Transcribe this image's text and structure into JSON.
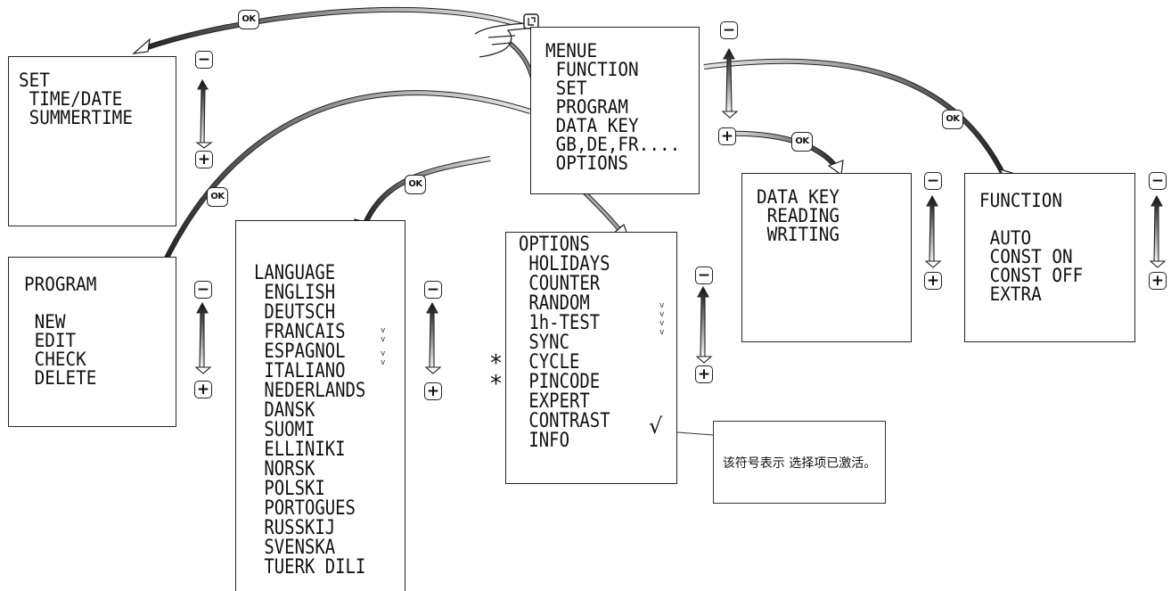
{
  "menu": {
    "lines": [
      "MENUE",
      " FUNCTION",
      " SET",
      " PROGRAM",
      " DATA KEY",
      " GB,DE,FR....",
      " OPTIONS"
    ]
  },
  "set_menu": {
    "lines": [
      "SET",
      " TIME/DATE",
      " SUMMERTIME"
    ]
  },
  "program_menu": {
    "lines": [
      "PROGRAM",
      "",
      " NEW",
      " EDIT",
      " CHECK",
      " DELETE"
    ]
  },
  "language_menu": {
    "lines": [
      "LANGUAGE",
      " ENGLISH",
      " DEUTSCH",
      " FRANCAIS",
      " ESPAGNOL",
      " ITALIANO",
      " NEDERLANDS",
      " DANSK",
      " SUOMI",
      " ELLINIKI",
      " NORSK",
      " POLSKI",
      " PORTOGUES",
      " RUSSKIJ",
      " SVENSKA",
      " TUERK DILI"
    ]
  },
  "options_menu": {
    "lines": [
      "OPTIONS",
      " HOLIDAYS",
      " COUNTER",
      " RANDOM",
      " 1h-TEST",
      " SYNC",
      " CYCLE",
      " PINCODE",
      " EXPERT",
      " CONTRAST",
      " INFO"
    ]
  },
  "datakey_menu": {
    "lines": [
      "DATA KEY",
      " READING",
      " WRITING"
    ]
  },
  "function_menu": {
    "lines": [
      "FUNCTION",
      "",
      " AUTO",
      " CONST ON",
      " CONST OFF",
      " EXTRA"
    ]
  },
  "keys": {
    "ok": "OK",
    "minus": "−",
    "plus": "+"
  },
  "markers": {
    "star": "*",
    "check": "√",
    "dotted": "v\nv",
    "dotted4": "v\nv\nv\nv"
  },
  "note": {
    "text": "该符号表示 选择项已激活。"
  },
  "colors": {
    "line": "#222222",
    "wire_dark": "#2a2a2a",
    "wire_light": "#dddddd"
  },
  "icons": [
    "hand-pointing-icon",
    "menu-button-icon",
    "ok-button-icon",
    "minus-button-icon",
    "plus-button-icon",
    "up-down-arrow-icon",
    "curved-arrow-icon"
  ]
}
